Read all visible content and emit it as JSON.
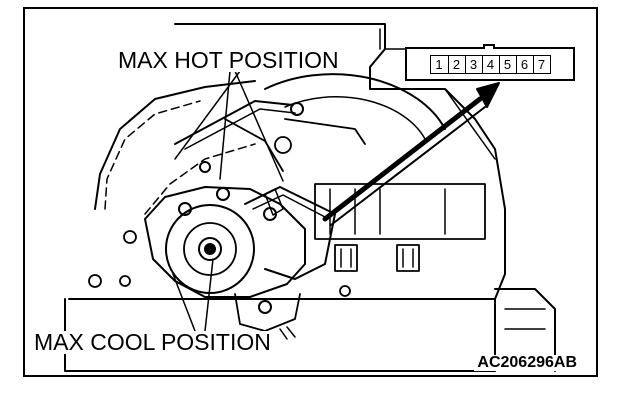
{
  "labels": {
    "max_hot": "MAX HOT POSITION",
    "max_cool": "MAX COOL POSITION",
    "figure_code": "AC206296AB"
  },
  "connector": {
    "pins": [
      "1",
      "2",
      "3",
      "4",
      "5",
      "6",
      "7"
    ]
  }
}
